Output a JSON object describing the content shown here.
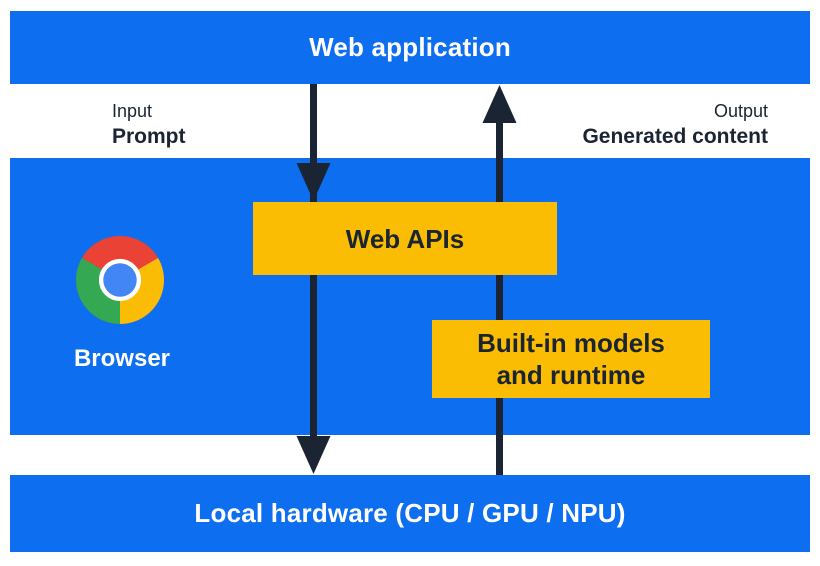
{
  "palette": {
    "blue": "#0d6ef0",
    "yellow": "#fbbc04",
    "dark": "#1b2433",
    "white": "#ffffff",
    "logo_red": "#ea4335",
    "logo_green": "#34a853",
    "logo_yellow": "#fbbc05",
    "logo_blue": "#4285f4"
  },
  "layers": {
    "web_application": {
      "label": "Web application"
    },
    "browser": {
      "label": "Browser",
      "icon": "chrome-logo"
    },
    "web_apis": {
      "label": "Web APIs"
    },
    "builtin_models": {
      "label": "Built-in models and runtime",
      "line1": "Built-in models",
      "line2": "and runtime"
    },
    "local_hardware": {
      "label": "Local hardware (CPU / GPU / NPU)"
    }
  },
  "flows": {
    "input": {
      "caption": "Input",
      "value": "Prompt",
      "direction": "down"
    },
    "output": {
      "caption": "Output",
      "value": "Generated content",
      "direction": "up"
    }
  }
}
